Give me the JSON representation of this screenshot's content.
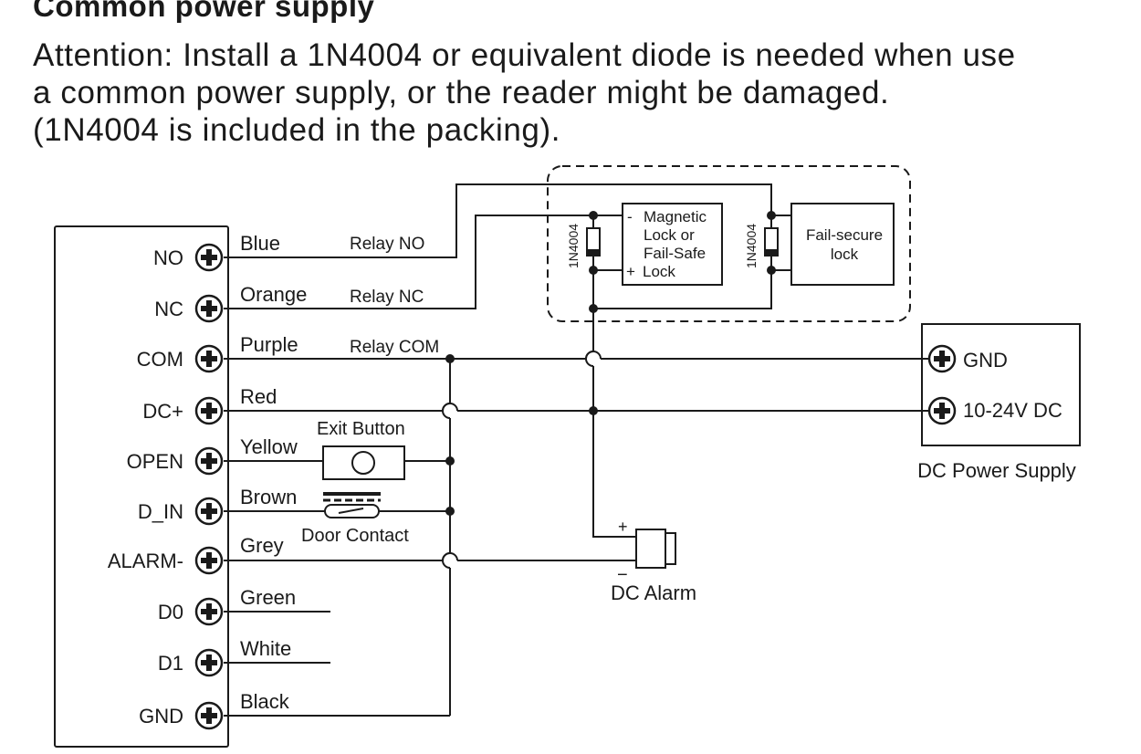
{
  "heading": "Common power supply",
  "attention_lines": [
    "Attention: Install a 1N4004 or equivalent diode is needed when use",
    "a common power supply, or the reader might be damaged.",
    "(1N4004 is included in the packing)."
  ],
  "terminals": [
    {
      "label": "NO",
      "wire": "Blue",
      "relay": "Relay NO"
    },
    {
      "label": "NC",
      "wire": "Orange",
      "relay": "Relay NC"
    },
    {
      "label": "COM",
      "wire": "Purple",
      "relay": "Relay COM"
    },
    {
      "label": "DC+",
      "wire": "Red",
      "relay": ""
    },
    {
      "label": "OPEN",
      "wire": "Yellow",
      "relay": ""
    },
    {
      "label": "D_IN",
      "wire": "Brown",
      "relay": ""
    },
    {
      "label": "ALARM-",
      "wire": "Grey",
      "relay": ""
    },
    {
      "label": "D0",
      "wire": "Green",
      "relay": ""
    },
    {
      "label": "D1",
      "wire": "White",
      "relay": ""
    },
    {
      "label": "GND",
      "wire": "Black",
      "relay": ""
    }
  ],
  "exit_button": "Exit Button",
  "door_contact": "Door Contact",
  "diode": "1N4004",
  "mag_lock": {
    "minus": "-",
    "line1": "Magnetic",
    "line2": "Lock or",
    "line3": "Fail-Safe",
    "plus": "+",
    "line4": "Lock"
  },
  "fail_secure": {
    "line1": "Fail-secure",
    "line2": "lock"
  },
  "power_supply": {
    "gnd": "GND",
    "vdc": "10-24V DC",
    "caption": "DC Power Supply"
  },
  "alarm": {
    "plus": "+",
    "minus": "−",
    "caption": "DC  Alarm"
  }
}
